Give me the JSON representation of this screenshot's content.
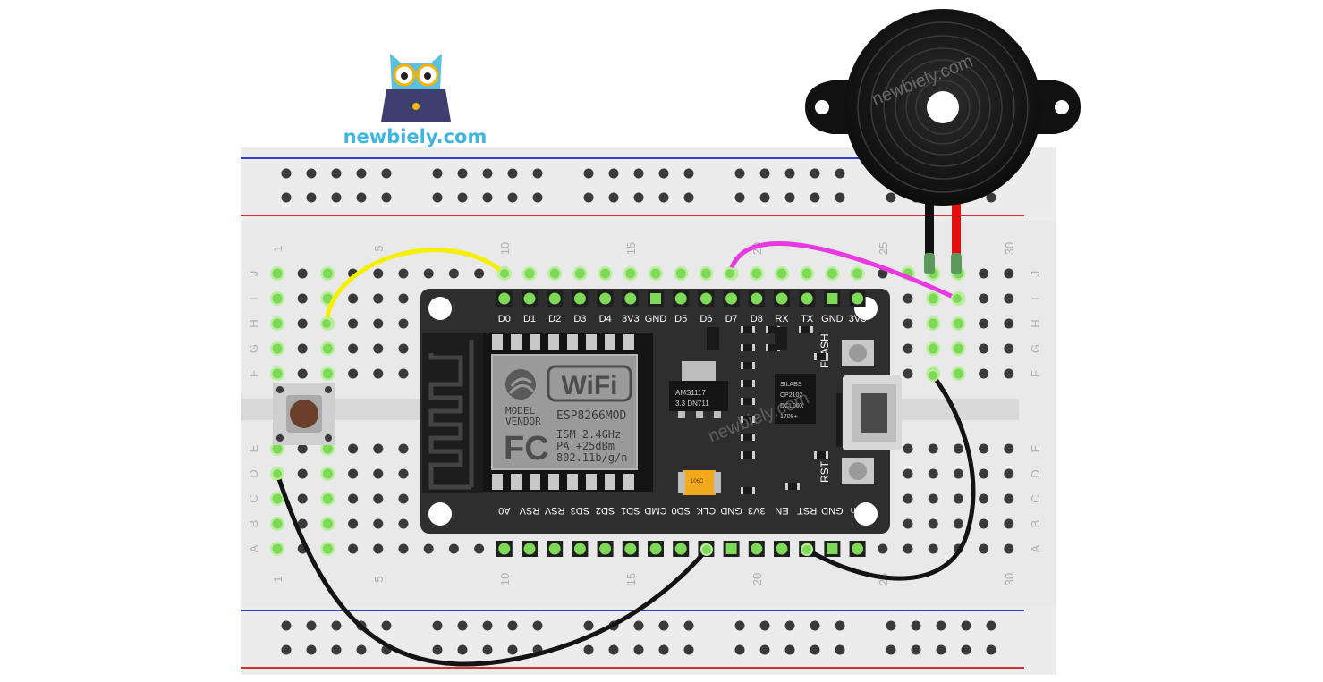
{
  "brand": {
    "logo_text": "newbiely.com",
    "watermark": "newbiely.com"
  },
  "breadboard": {
    "row_labels_top": [
      "J",
      "I",
      "H",
      "G",
      "F"
    ],
    "row_labels_bottom": [
      "E",
      "D",
      "C",
      "B",
      "A"
    ],
    "column_numbers_top": [
      "1",
      "5",
      "10",
      "15",
      "20",
      "25",
      "30"
    ],
    "column_numbers_bottom": [
      "1",
      "5",
      "10",
      "15",
      "20",
      "25",
      "30"
    ]
  },
  "esp8266": {
    "top_pins": [
      "D0",
      "D1",
      "D2",
      "D3",
      "D4",
      "3V3",
      "GND",
      "D5",
      "D6",
      "D7",
      "D8",
      "RX",
      "TX",
      "GND",
      "3V3"
    ],
    "bottom_pins": [
      "A0",
      "RSV",
      "RSV",
      "SD3",
      "SD2",
      "SD1",
      "CMD",
      "SD0",
      "CLK",
      "GND",
      "3V3",
      "EN",
      "RST",
      "GND",
      "Vin"
    ],
    "wifi_label": "WiFi",
    "module_lines": [
      "MODEL",
      "VENDOR"
    ],
    "module_name": "ESP8266MOD",
    "fcc_label": "FC",
    "specs": [
      "ISM 2.4GHz",
      "PA +25dBm",
      "802.11b/g/n"
    ],
    "regulator_lines": [
      "AMS1117",
      "3.3  DN711"
    ],
    "usb_chip_lines": [
      "SILABS",
      "CP2102",
      "DCL00X",
      "1708+"
    ],
    "flash_label": "FLASH",
    "rst_label": "RST",
    "cap_label": "106C"
  },
  "colors": {
    "yellow_wire": "#f5f000",
    "magenta_wire": "#e83ae0",
    "black_wire": "#141414",
    "red_lead": "#e01010",
    "rail_red": "#d33030",
    "rail_blue": "#2b3fd0",
    "board_pcb": "#2e2e2e",
    "breadboard": "#e9e9e9",
    "pin_green": "#7ed957"
  }
}
